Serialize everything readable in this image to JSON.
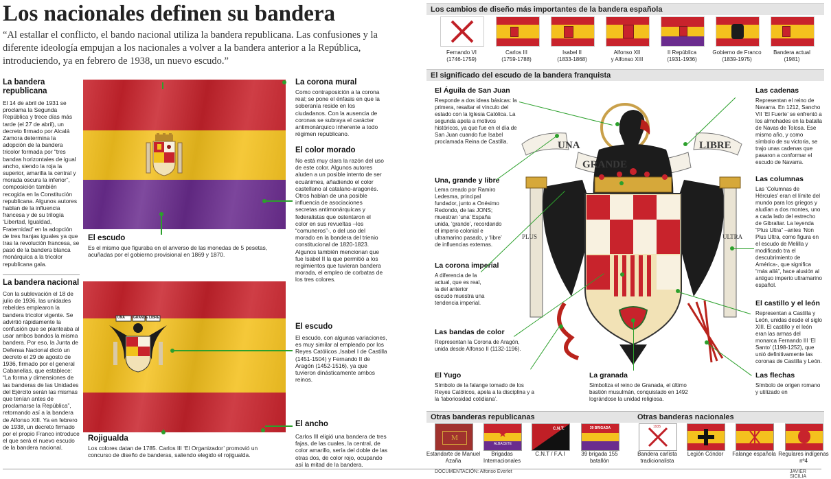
{
  "header": {
    "title": "Los nacionales definen su bandera",
    "quote": "“Al estallar el conflicto, el bando nacional utiliza la bandera republicana. Las confusiones y la diferente ideología empujan a los nacionales a volver a la bandera anterior a la República, introduciendo, ya en febrero de 1938, un nuevo escudo.”"
  },
  "left": {
    "rep_title": "La bandera republicana",
    "rep_text": "El 14 de abril de 1931 se proclama la Segunda República y trece días más tarde (el 27 de abril), un decreto firmado por Alcalá Zamora determina la adopción de la bandera tricolor formada por “tres bandas horizontales de igual ancho, siendo la roja la superior, amarilla la central y morada oscura la inferior”, composición también recogida en la Constitución republicana. Algunos autores hablan de la influencia francesa y de su trilogía ‘Libertad, Igualdad, Fraternidad’ en la adopción de tres franjas iguales ya que tras la revolución francesa, se pasó de la bandera blanca monárquica a la tricolor republicana gala.",
    "escudo_title": "El escudo",
    "escudo_text": "Es el mismo que figuraba en el anverso de las monedas de 5 pesetas, acuñadas por el gobierno provisional en 1869 y 1870.",
    "corona_title": "La corona mural",
    "corona_text": "Como contraposición a la corona real; se pone el énfasis en que la soberanía reside en los ciudadanos. Con la ausencia de coronas se subraya el carácter antimonárquico inherente a todo régimen republicano.",
    "morado_title": "El color morado",
    "morado_text": "No está muy clara la razón del uso de este color. Algunos autores aluden a un posible intento de ser ecuánimes, añadiendo el color castellano al catalano-aragonés. Otros hablan de una posible influencia de asociaciones secretas antimonárquicas y federalistas que ostentaron el color en sus revueltas –los “comuneros”-, o del uso del morado en la bandera del trienio constitucional de 1820-1823. Algunos también mencionan que fue Isabel II la que permitió a los regimientos que tuvieran bandera morada, el empleo de corbatas de los tres colores.",
    "nac_title": "La bandera nacional",
    "nac_text": "Con la sublevación el 18 de julio de 1936, las unidades rebeldes emplearon la bandera tricolor vigente. Se advirtió rápidamente la confusión que se planteaba al usar ambos bandos la misma bandera. Por eso, la Junta de Defensa Nacional dictó un decreto el 29 de agosto de 1936, firmado por el general Cabanellas, que establece: “La forma y dimensiones de las banderas de las Unidades del Ejército serán las mismas que tenían antes de proclamarse la República”, retornando así a la bandera de Alfonso XIII. Ya en febrero de 1938, un decreto firmado por el propio Franco introduce el que será el nuevo escudo de la bandera nacional.",
    "rojigualda_title": "Rojigualda",
    "rojigualda_text": "Los colores datan de 1785. Carlos III ‘El Organizador’ promovió un concurso de diseño de banderas, saliendo elegido el rojigualda.",
    "escudo2_title": "El escudo",
    "escudo2_text": "El escudo, con algunas variaciones, es muy similar al empleado por los Reyes Católicos ,Isabel I de Castilla (1451-1504) y Fernando II de Aragón (1452-1516), ya que tuvieron dinásticamente ambos reinos.",
    "ancho_title": "El ancho",
    "ancho_text": "Carlos III eligió una bandera de tres fajas, de las cuales, la central, de color amarillo, sería del doble de las otras dos, de color rojo, ocupando así la mitad de la bandera.",
    "flag_motto": [
      "UNA",
      "GRANDE",
      "LIBRE"
    ]
  },
  "right": {
    "history_title": "Los cambios de diseño más importantes de la bandera española",
    "history": [
      {
        "name": "Fernando VI",
        "years": "(1746-1759)"
      },
      {
        "name": "Carlos III",
        "years": "(1759-1788)"
      },
      {
        "name": "Isabel II",
        "years": "(1833-1868)"
      },
      {
        "name": "Alfonso XII",
        "years": "y Alfonso XIII"
      },
      {
        "name": "II República",
        "years": "(1931-1936)"
      },
      {
        "name": "Gobierno de Franco",
        "years": "(1839-1975)"
      },
      {
        "name": "Bandera actual",
        "years": "(1981)"
      }
    ],
    "escudo_title": "El significado del escudo de la bandera franquista",
    "motto": {
      "una": "UNA",
      "grande": "GRANDE",
      "libre": "LIBRE",
      "plus": "PLUS",
      "ultra": "ULTRA"
    },
    "aguila_title": "El Águila de San Juan",
    "aguila_text": "Responde a dos ideas básicas: la primera, resaltar el vínculo del estado con la Iglesia Católica. La segunda apela a motivos históricos, ya que fue en el día de San Juan cuando fue Isabel proclamada Reina de Castilla.",
    "una_title": "Una, grande y libre",
    "una_text": "Lema creado por Ramiro Ledesma, principal fundador, junto a Onésimo Redondo, de las JONS; muestran ‘una’ España unida, ‘grande’, recordando el imperio colonial e ultramarino pasado, y ‘libre’ de influencias externas.",
    "corona_title": "La corona imperial",
    "corona_text": "A diferencia de la actual, que es real, la del anterior escudo muestra una tendencia imperial.",
    "bandas_title": "Las bandas de color",
    "bandas_text": "Representan la Corona de Aragón, unida desde Alfonso II (1132-1196).",
    "yugo_title": "El Yugo",
    "yugo_text": "Símbolo de la falange tomado de los Reyes Católicos, apela a la disciplina y a la ‘laboriosidad cotidiana’.",
    "granada_title": "La granada",
    "granada_text": "Simboliza el reino de Granada, el último bastión musulmán, conquistado en 1492 lográndose la unidad religiosa.",
    "cadenas_title": "Las cadenas",
    "cadenas_text": "Representan el reino de Navarra. En 1212, Sancho VII ‘El Fuerte’ se enfrentó a los almohades en la batalla de Navas de Tolosa. Ese mismo año, y como símbolo de su victoria, se trajo unas cadenas que pasaron a conformar el escudo de Navarra.",
    "columnas_title": "Las columnas",
    "columnas_text": "Las ‘Columnas de Hércules’ eran el límite del mundo para los griegos y aludían a dos montes, uno a cada lado del estrecho de Gibraltar. La leyenda “Plus Ultra” –antes ‘Non Plus Ultra, como figura en el escudo de Melilla y modificado tra el descubrimiento de América-, que significa “más allá”, hace alusión al antiguo imperio ultramarino español.",
    "castillo_title": "El castillo y el león",
    "castillo_text": "Representan a Castilla y León, unidas desde el siglo XIII. El castillo y el león eran las armas del monarca Fernando III ‘El Santo’ (1198-1252), que unió definitivamente las coronas de Castilla y León.",
    "flechas_title": "Las flechas",
    "flechas_text": "Símbolo de origen romano y utilizado en",
    "otras_rep_title": "Otras banderas republicanas",
    "otras_rep": [
      {
        "label": "Estandarte de Manuel Azaña",
        "inner": "M"
      },
      {
        "label": "Brigadas Internacionales",
        "inner": "ALBACETE"
      },
      {
        "label": "C.N.T / F.A.I",
        "inner": "C.N.T."
      },
      {
        "label": "39 brigada 155 batallón",
        "inner": "39 BRIGADA"
      }
    ],
    "otras_nac_title": "Otras banderas nacionales",
    "otras_nac": [
      {
        "label": "Bandera carlista tradicionalista",
        "inner": "1935"
      },
      {
        "label": "Legión Cóndor",
        "inner": ""
      },
      {
        "label": "Falange española",
        "inner": ""
      },
      {
        "label": "Regulares indígenas nº4",
        "inner": ""
      }
    ],
    "doc_credit": "DOCUMENTACIÓN: Alfonso Everlet",
    "author": "JAVIER SICILIA"
  }
}
